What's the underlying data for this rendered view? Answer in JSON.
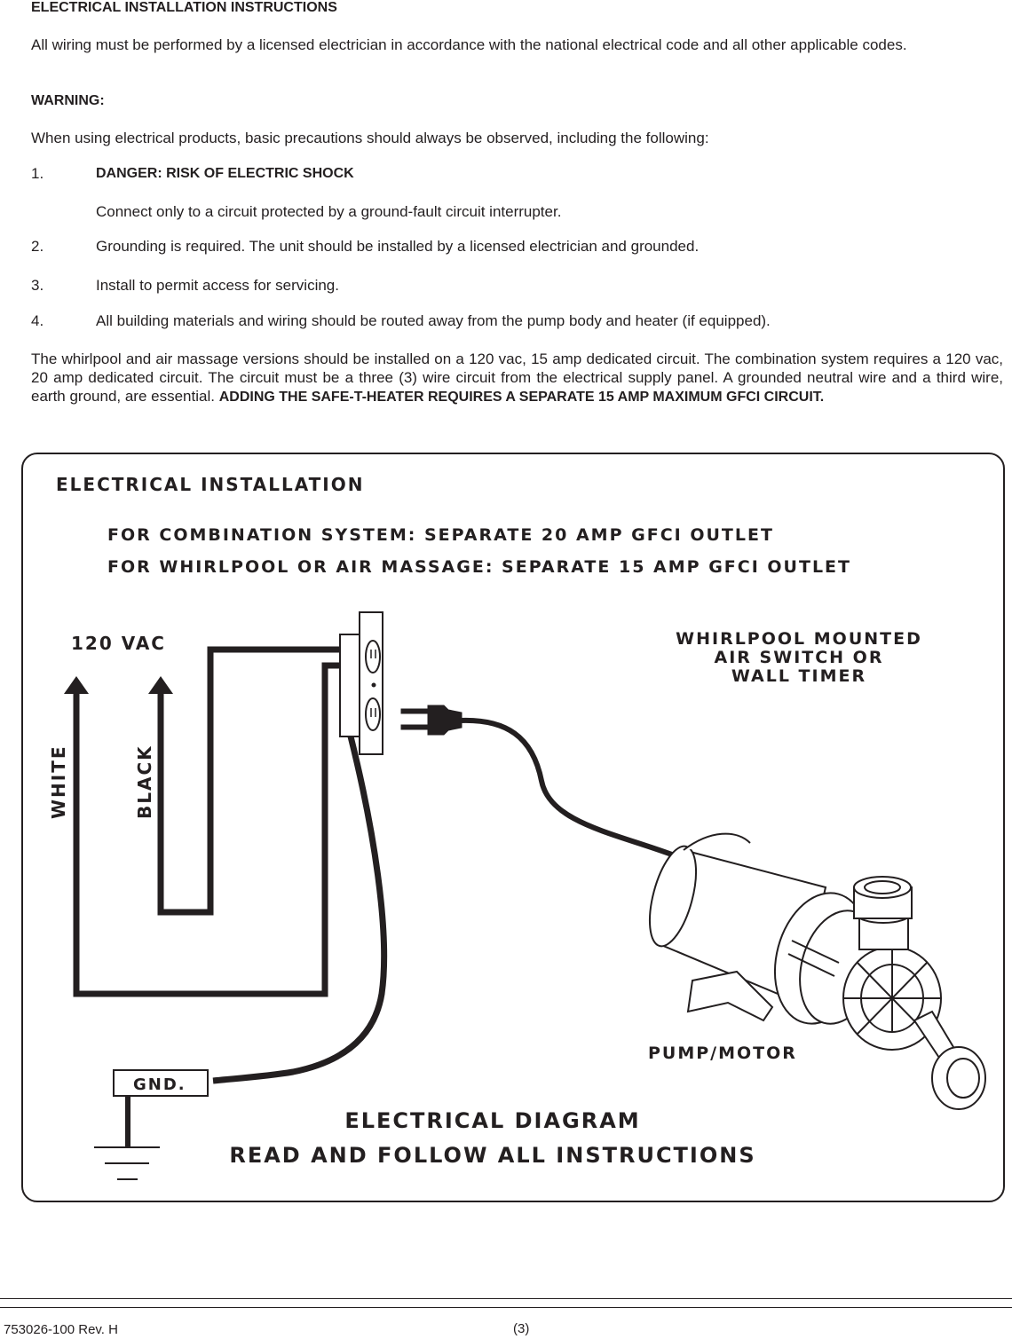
{
  "instructions": {
    "heading": "ELECTRICAL INSTALLATION INSTRUCTIONS",
    "intro": "All wiring must be performed by a licensed electrician in accordance with the national electrical code and all other applicable codes.",
    "warning_label": "WARNING:",
    "precaution": "When using electrical products, basic precautions should always be observed, including the following:",
    "items": [
      {
        "num": "1.",
        "text": "DANGER:  RISK OF ELECTRIC SHOCK",
        "sub": "Connect only to a circuit protected by a ground-fault circuit interrupter."
      },
      {
        "num": "2.",
        "text": "Grounding is required.  The unit should be installed by a licensed electrician and grounded."
      },
      {
        "num": "3.",
        "text": "Install to permit access for servicing."
      },
      {
        "num": "4.",
        "text": "All building materials and wiring should be routed away from the pump body and heater (if equipped)."
      }
    ],
    "closing": "The whirlpool and air massage versions should be installed on a 120 vac, 15 amp dedicated circuit. The combination system requires a 120 vac, 20 amp dedicated circuit. The circuit must be a three (3)  wire circuit from the electrical supply panel. A grounded neutral wire and a third wire, earth ground, are essential.",
    "closing_bold": "ADDING THE SAFE-T-HEATER REQUIRES A SEPARATE 15 AMP MAXIMUM  GFCI CIRCUIT."
  },
  "diagram": {
    "title": "ELECTRICAL INSTALLATION",
    "line1": "FOR COMBINATION SYSTEM: SEPARATE 20 AMP GFCI OUTLET",
    "line2": "FOR WHIRLPOOL OR AIR MASSAGE: SEPARATE 15 AMP GFCI OUTLET",
    "vac_label": "120 VAC",
    "white_label": "WHITE",
    "black_label": "BLACK",
    "switch_label_1": "WHIRLPOOL MOUNTED",
    "switch_label_2": "AIR SWITCH OR",
    "switch_label_3": "WALL TIMER",
    "pump_label": "PUMP/MOTOR",
    "gnd_label": "GND.",
    "caption_1": "ELECTRICAL DIAGRAM",
    "caption_2": "READ AND FOLLOW ALL INSTRUCTIONS"
  },
  "footer": {
    "doc_number": "753026-100 Rev. H",
    "page": "(3)"
  }
}
